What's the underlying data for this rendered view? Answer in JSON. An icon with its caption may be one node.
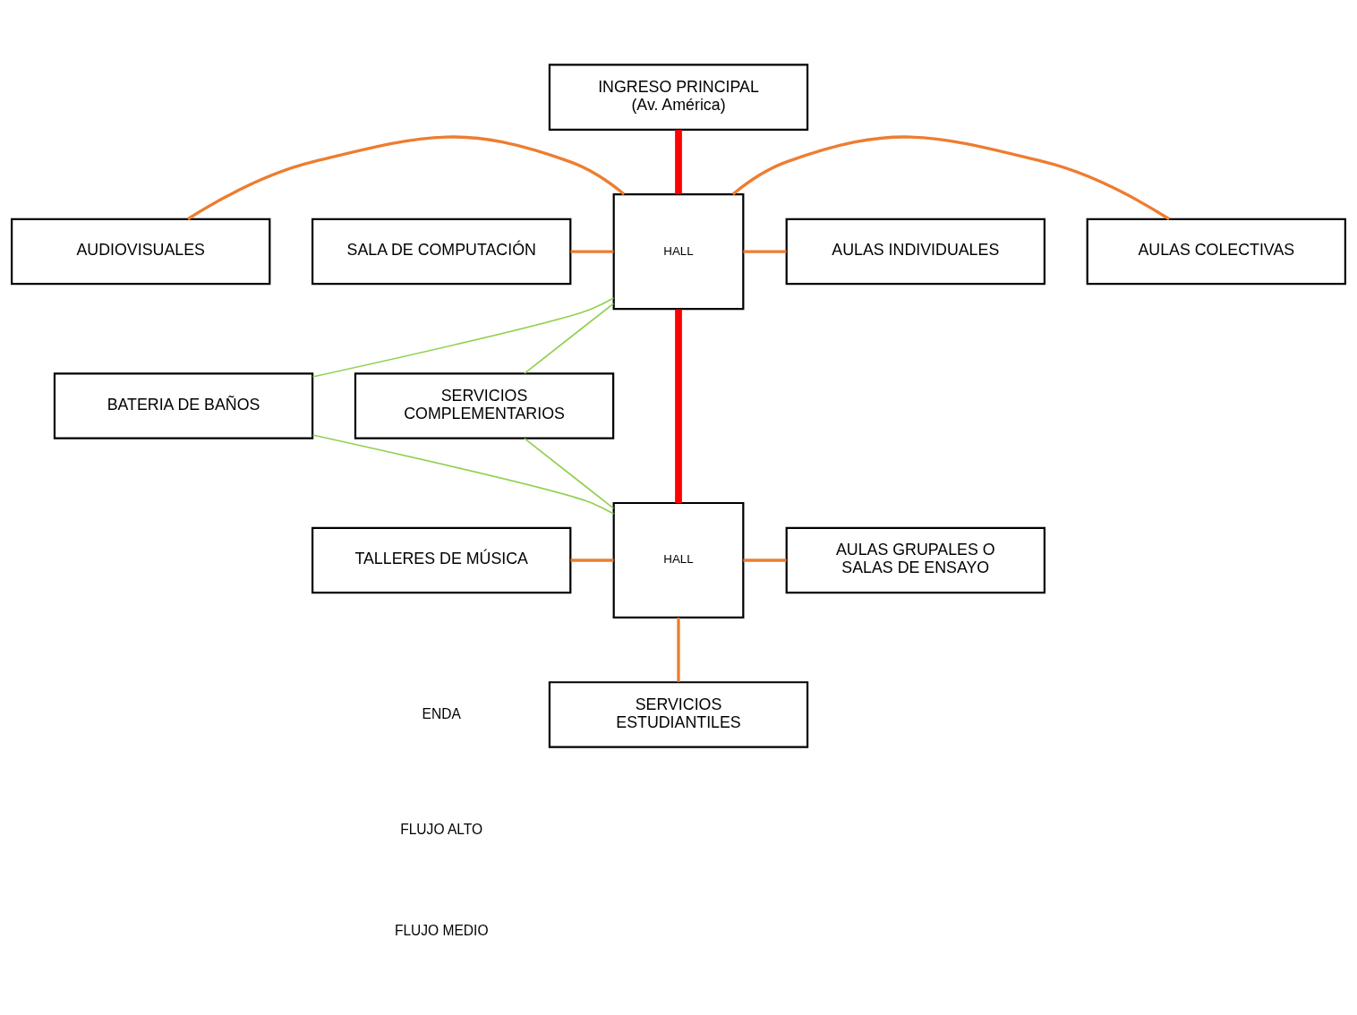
{
  "diagram": {
    "nodes": [
      {
        "text": [
          "INGRESO PRINCIPAL (Av. América)"
        ]
      },
      {
        "text": [
          "AUDIOVISUALES"
        ]
      },
      {
        "text": [
          "AULAS INDIVIDUALES"
        ]
      },
      {
        "text": [
          "HALL"
        ]
      },
      {
        "text": [
          "SALA DE COMPUTACIÓN"
        ]
      },
      {
        "text": [
          "AULAS COLECTIVAS"
        ]
      },
      {
        "text": [
          "BATERIA DE BAÑOS"
        ]
      },
      {
        "text": [
          "SERVICIOS COMPLEMENTARIOS"
        ]
      },
      {
        "text": [
          "TALLERES DE MÚSICA"
        ]
      },
      {
        "text": [
          "HALL"
        ]
      },
      {
        "text": [
          "AULAS GRUPALES O SALAS DE ENSAYO"
        ]
      },
      {
        "text": [
          "SERVICIOS ESTUDIANTILES"
        ]
      }
    ],
    "edges": [
      {
        "from": 0,
        "to": 3,
        "arrow": "none",
        "style": "thick",
        "color": "#ff0000"
      },
      {
        "from": 1,
        "to": 3,
        "arrow": "none"
      },
      {
        "from": 3,
        "to": 2,
        "arrow": "none"
      },
      {
        "from": 4,
        "to": 3,
        "arrow": "none"
      },
      {
        "from": 3,
        "to": 5,
        "arrow": "none"
      },
      {
        "from": 3,
        "to": 6,
        "arrow": "none",
        "color": "#92d050"
      },
      {
        "from": 3,
        "to": 7,
        "arrow": "none",
        "color": "#92d050"
      },
      {
        "from": 6,
        "to": 9,
        "arrow": "none",
        "color": "#92d050"
      },
      {
        "from": 7,
        "to": 9,
        "arrow": "none",
        "color": "#92d050"
      },
      {
        "from": 3,
        "to": 9,
        "arrow": "none",
        "style": "thick",
        "color": "#ff0000"
      },
      {
        "from": 8,
        "to": 9,
        "arrow": "none"
      },
      {
        "from": 9,
        "to": 10,
        "arrow": "none"
      },
      {
        "from": 9,
        "to": 11,
        "arrow": "none"
      }
    ],
    "labels": [
      "ENDA"
    ],
    "legend": [
      {
        "text": "FLUJO ALTO"
      },
      {
        "text": "FLUJO MEDIO"
      }
    ]
  }
}
